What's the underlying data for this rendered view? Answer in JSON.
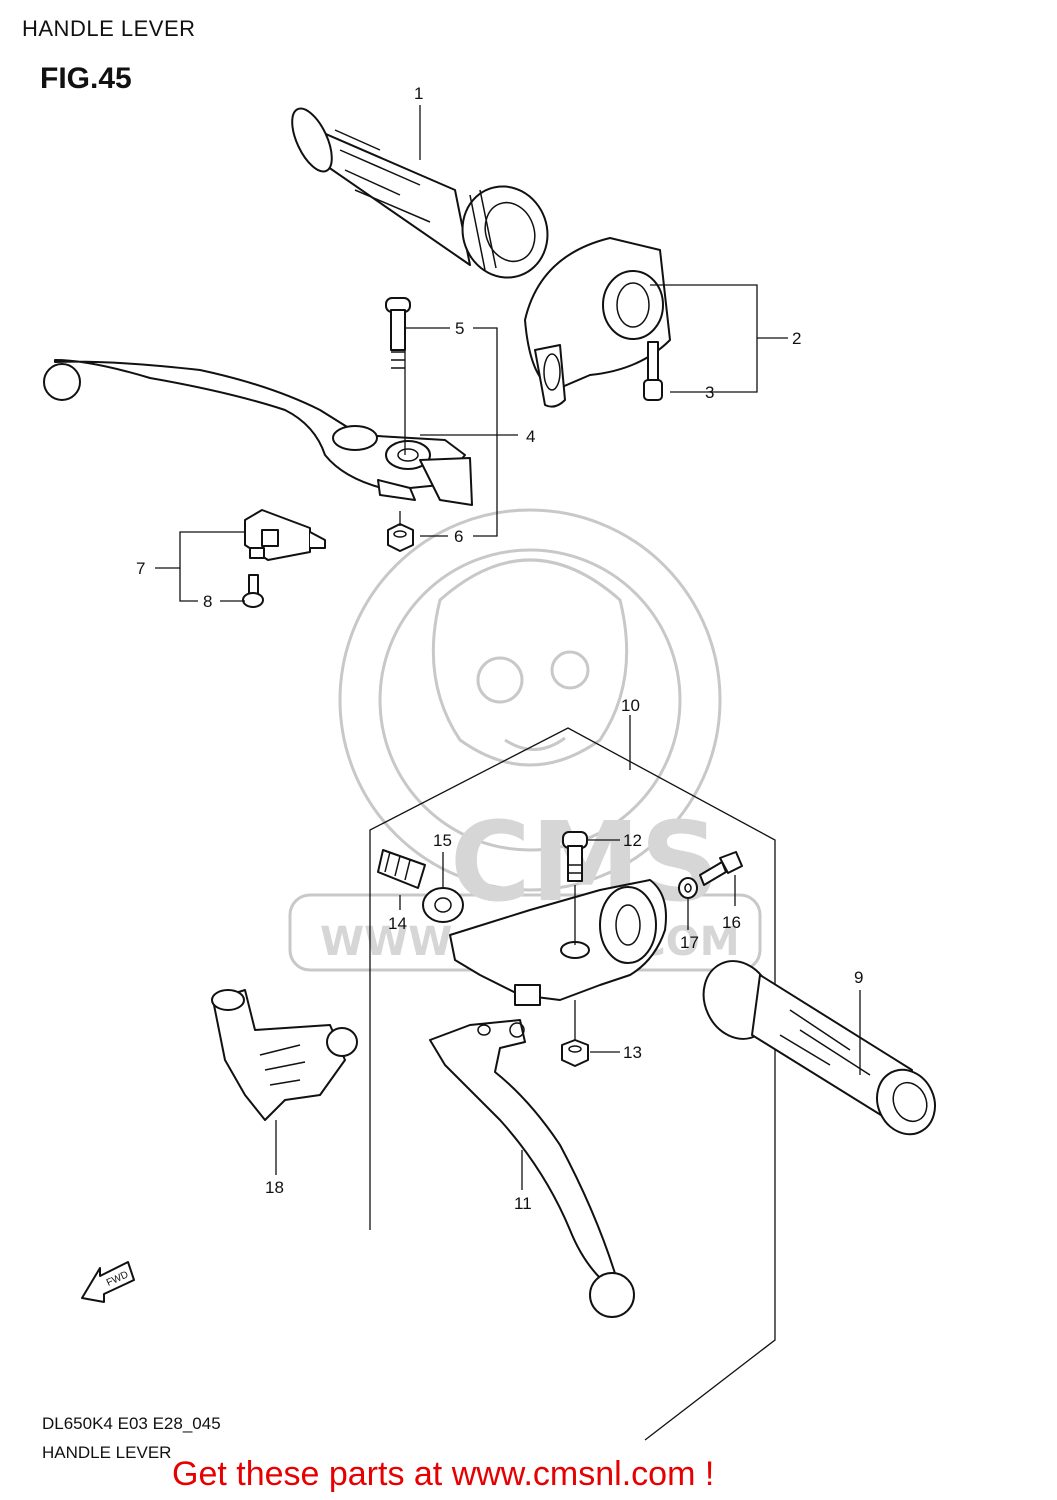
{
  "header": {
    "page_title": "HANDLE LEVER",
    "figure_label": "FIG.45"
  },
  "diagram": {
    "callouts": [
      {
        "id": "1",
        "text": "1"
      },
      {
        "id": "2",
        "text": "2"
      },
      {
        "id": "3",
        "text": "3"
      },
      {
        "id": "4",
        "text": "4"
      },
      {
        "id": "5",
        "text": "5"
      },
      {
        "id": "6",
        "text": "6"
      },
      {
        "id": "7",
        "text": "7"
      },
      {
        "id": "8",
        "text": "8"
      },
      {
        "id": "9",
        "text": "9"
      },
      {
        "id": "10",
        "text": "10"
      },
      {
        "id": "11",
        "text": "11"
      },
      {
        "id": "12",
        "text": "12"
      },
      {
        "id": "13",
        "text": "13"
      },
      {
        "id": "14",
        "text": "14"
      },
      {
        "id": "15",
        "text": "15"
      },
      {
        "id": "16",
        "text": "16"
      },
      {
        "id": "17",
        "text": "17"
      },
      {
        "id": "18",
        "text": "18"
      }
    ],
    "direction_label": "FWD",
    "watermark": {
      "logo_text": "CMS",
      "url_text": "WWW.CMSNL.COM"
    }
  },
  "footer": {
    "model_code": "DL650K4 E03 E28_045",
    "section_name": "HANDLE LEVER",
    "cta": "Get these parts at www.cmsnl.com !"
  }
}
